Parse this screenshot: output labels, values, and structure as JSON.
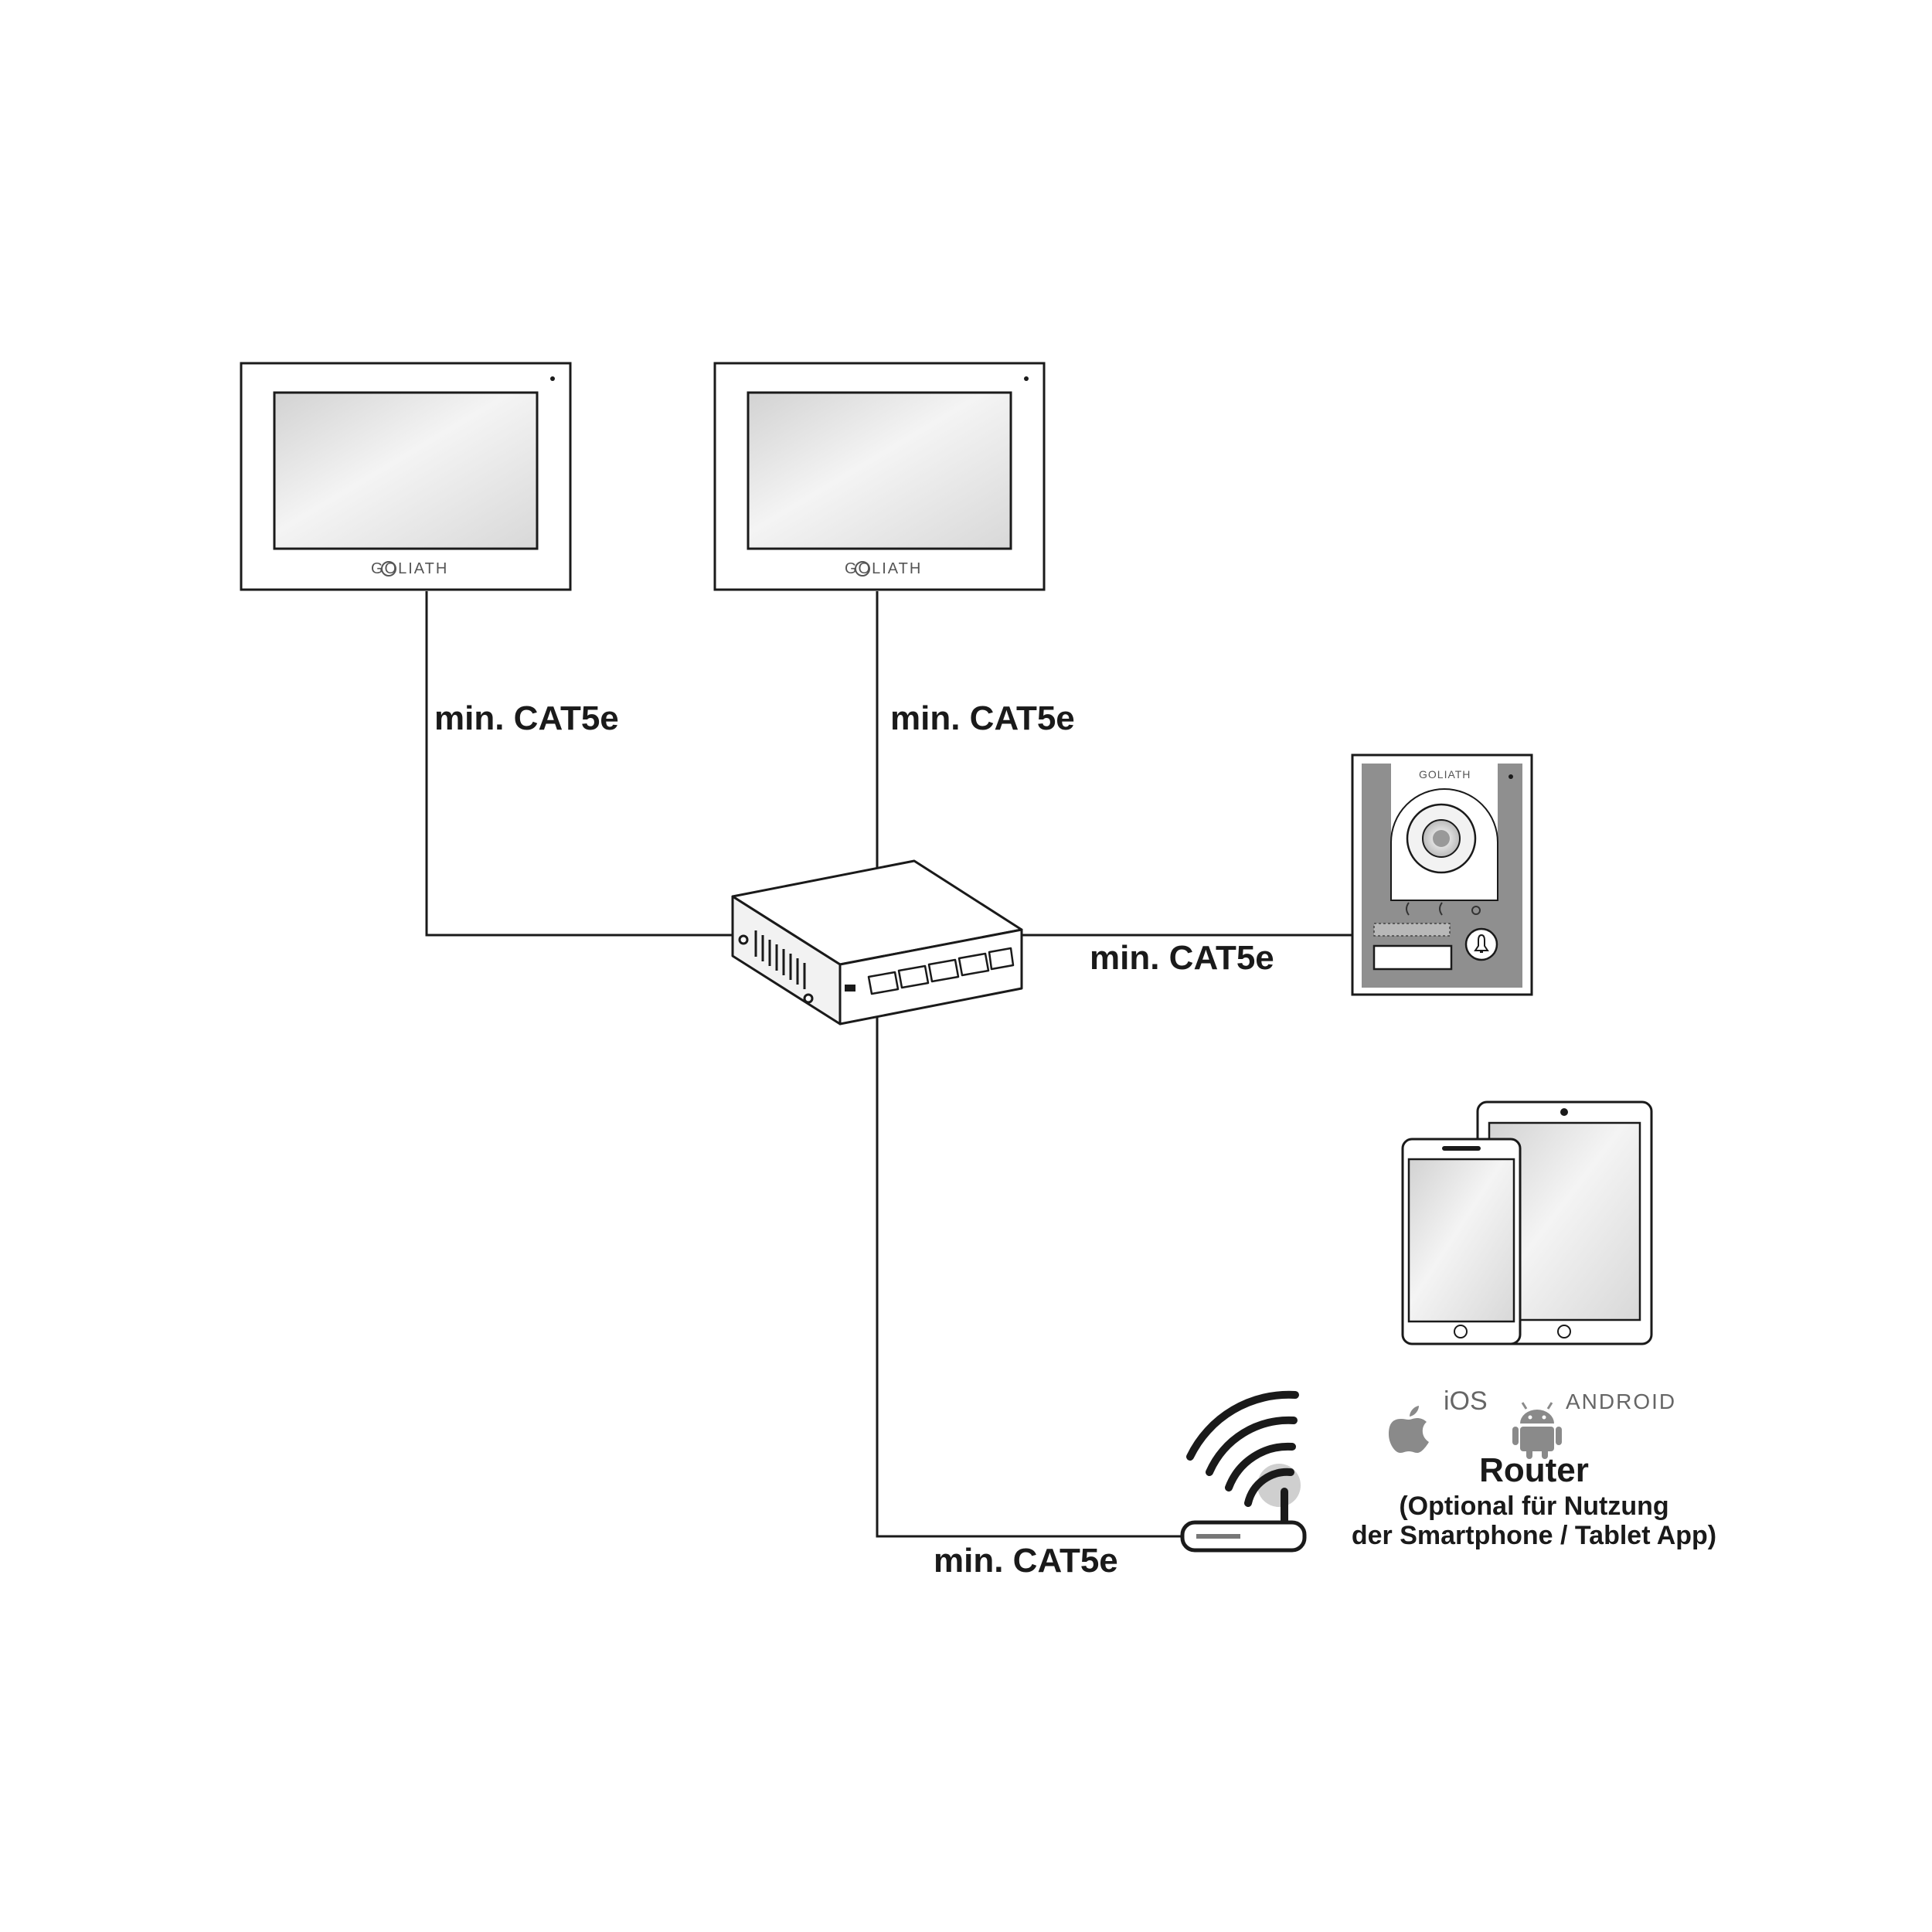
{
  "cables": [
    {
      "id": "monitor-1",
      "label": "min. CAT5e"
    },
    {
      "id": "monitor-2",
      "label": "min. CAT5e"
    },
    {
      "id": "door-station",
      "label": "min. CAT5e"
    },
    {
      "id": "router",
      "label": "min. CAT5e"
    }
  ],
  "brand": {
    "name": "GOLIATH"
  },
  "router": {
    "title": "Router",
    "subtitle_line1": "(Optional für Nutzung",
    "subtitle_line2": "der Smartphone / Tablet App)"
  },
  "platforms": {
    "ios": "iOS",
    "android": "ANDROID"
  },
  "colors": {
    "stroke": "#1a1a1a",
    "screen": "#e6e6e6",
    "wifi_dot": "#cfcfcf"
  }
}
